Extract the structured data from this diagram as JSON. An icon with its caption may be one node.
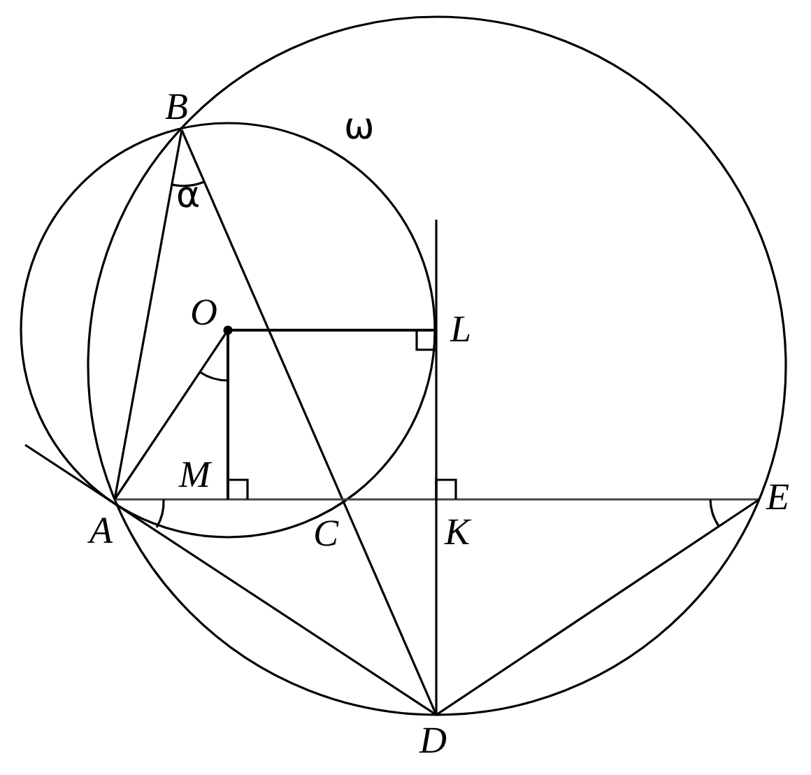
{
  "diagram": {
    "labels": [
      "B",
      "ω",
      "α",
      "O",
      "L",
      "M",
      "A",
      "C",
      "K",
      "E",
      "D"
    ]
  }
}
